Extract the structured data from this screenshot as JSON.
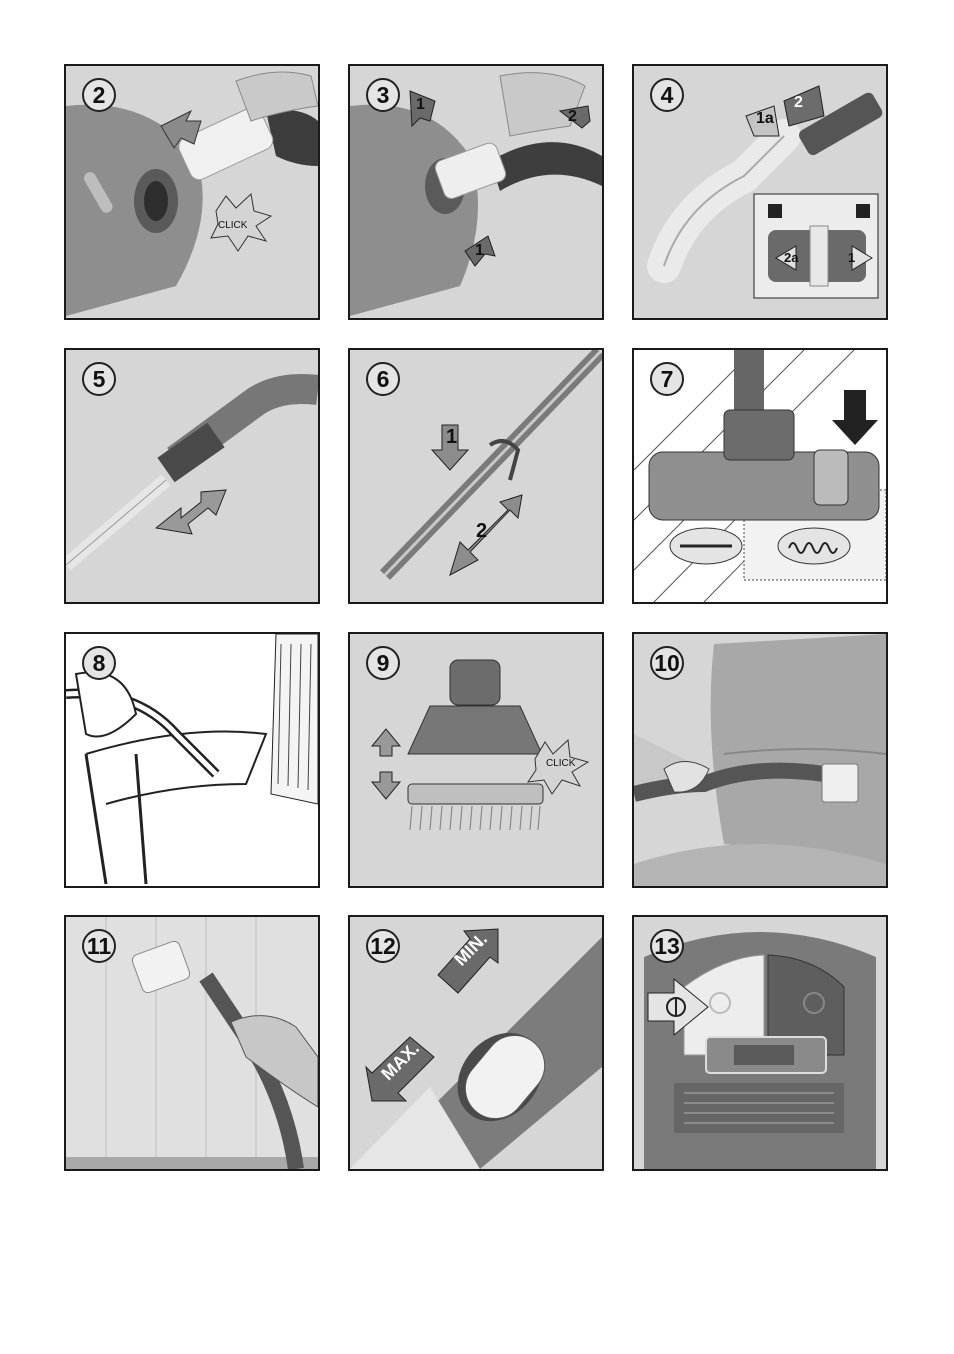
{
  "panels": [
    {
      "number": "2",
      "labels": {
        "click": "CLICK"
      }
    },
    {
      "number": "3",
      "labels": {
        "arrow1_top": "1",
        "arrow2": "2",
        "arrow1_bottom": "1"
      }
    },
    {
      "number": "4",
      "labels": {
        "step1a": "1a",
        "step2": "2",
        "step2a": "2a",
        "step1": "1"
      }
    },
    {
      "number": "5",
      "labels": {}
    },
    {
      "number": "6",
      "labels": {
        "step1": "1",
        "step2": "2"
      }
    },
    {
      "number": "7",
      "labels": {}
    },
    {
      "number": "8",
      "labels": {}
    },
    {
      "number": "9",
      "labels": {
        "click": "CLICK"
      }
    },
    {
      "number": "10",
      "labels": {}
    },
    {
      "number": "11",
      "labels": {}
    },
    {
      "number": "12",
      "labels": {
        "min": "MIN.",
        "max": "MAX."
      }
    },
    {
      "number": "13",
      "labels": {}
    }
  ],
  "colors": {
    "panel_bg": "#d6d6d6",
    "border": "#1a1a1a",
    "arrow_dark": "#666666",
    "arrow_light": "#cfcfcf",
    "device": "#8a8a8a"
  }
}
